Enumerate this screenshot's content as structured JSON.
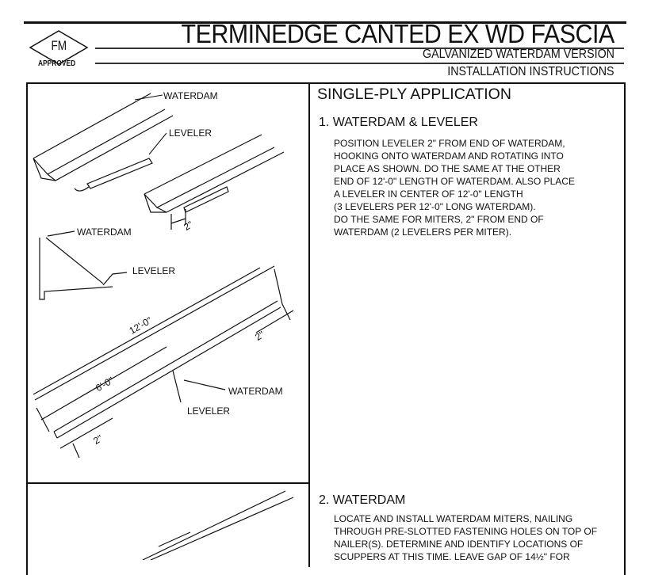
{
  "logo": {
    "mark": "FM",
    "caption": "APPROVED"
  },
  "header": {
    "title": "TERMINEDGE CANTED EX WD FASCIA",
    "subtitle": "GALVANIZED WATERDAM VERSION",
    "doc_type": "INSTALLATION INSTRUCTIONS"
  },
  "section": {
    "title": "SINGLE-PLY APPLICATION"
  },
  "steps": [
    {
      "title": "1. WATERDAM & LEVELER",
      "lines": [
        "POSITION LEVELER 2\" FROM END OF WATERDAM,",
        "HOOKING ONTO WATERDAM AND ROTATING INTO",
        "PLACE AS SHOWN. DO THE SAME AT THE OTHER",
        "END OF 12'-0\" LENGTH OF WATERDAM. ALSO PLACE",
        "A LEVELER IN CENTER OF 12'-0\" LENGTH",
        "(3 LEVELERS PER 12'-0\" LONG WATERDAM).",
        "DO THE SAME FOR MITERS, 2\" FROM END OF",
        "WATERDAM (2 LEVELERS PER MITER)."
      ]
    },
    {
      "title": "2. WATERDAM",
      "lines": [
        "LOCATE AND INSTALL WATERDAM MITERS, NAILING",
        "THROUGH PRE-SLOTTED FASTENING HOLES ON TOP OF",
        "NAILER(S). DETERMINE AND IDENTIFY LOCATIONS OF",
        "SCUPPERS AT THIS TIME. LEAVE GAP OF 14½\" FOR"
      ]
    }
  ],
  "drawing_labels": {
    "waterdam": "WATERDAM",
    "leveler": "LEVELER",
    "dim_2in": "2\"",
    "dim_12ft": "12'-0\"",
    "dim_6ft": "6'-0\""
  }
}
